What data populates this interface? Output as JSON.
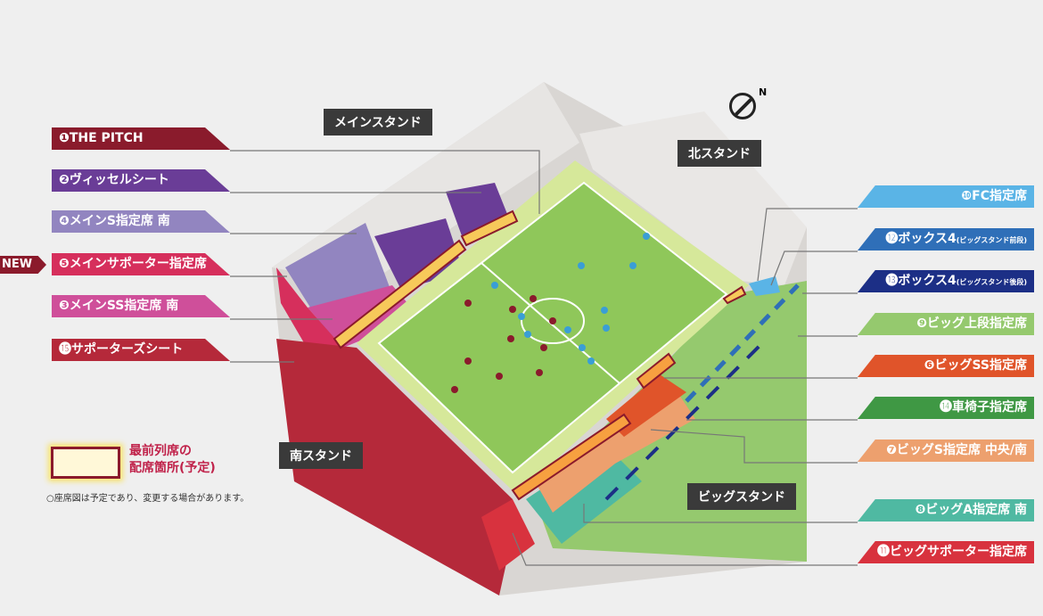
{
  "stands": {
    "main": "メインスタンド",
    "north": "北スタンド",
    "south": "南スタンド",
    "big": "ビッグスタンド"
  },
  "compass": {
    "label": "N",
    "icon": "compass-icon"
  },
  "left_labels": [
    {
      "text": "❶THE PITCH",
      "color": "#8a1b2c"
    },
    {
      "text": "❷ヴィッセルシート",
      "color": "#6a3d97"
    },
    {
      "text": "❹メインS指定席 南",
      "color": "#9285c0"
    },
    {
      "text": "❺メインサポーター指定席",
      "color": "#d62f5c"
    },
    {
      "text": "❸メインSS指定席 南",
      "color": "#cf4f9a"
    },
    {
      "text": "⓯サポーターズシート",
      "color": "#b5293a"
    }
  ],
  "new_badge": "NEW",
  "right_labels": [
    {
      "text": "❿FC指定席",
      "sub": "",
      "color": "#5ab4e6"
    },
    {
      "text": "⓬ボックス4",
      "sub": "(ビッグスタンド前段)",
      "color": "#2f6fb8"
    },
    {
      "text": "⓭ボックス4",
      "sub": "(ビッグスタンド後段)",
      "color": "#1c2f86"
    },
    {
      "text": "❾ビッグ上段指定席",
      "sub": "",
      "color": "#95c96e"
    },
    {
      "text": "❻ビッグSS指定席",
      "sub": "",
      "color": "#e0542a"
    },
    {
      "text": "⓮車椅子指定席",
      "sub": "",
      "color": "#3f9844"
    },
    {
      "text": "❼ビッグS指定席 中央/南",
      "sub": "",
      "color": "#eda06e"
    },
    {
      "text": "❽ビッグA指定席 南",
      "sub": "",
      "color": "#4fb9a2"
    },
    {
      "text": "⓫ビッグサポーター指定席",
      "sub": "",
      "color": "#d8323e"
    }
  ],
  "legend": {
    "line1": "最前列席の",
    "line2": "配席箇所(予定)"
  },
  "note": "○座席図は予定であり、変更する場合があります。"
}
